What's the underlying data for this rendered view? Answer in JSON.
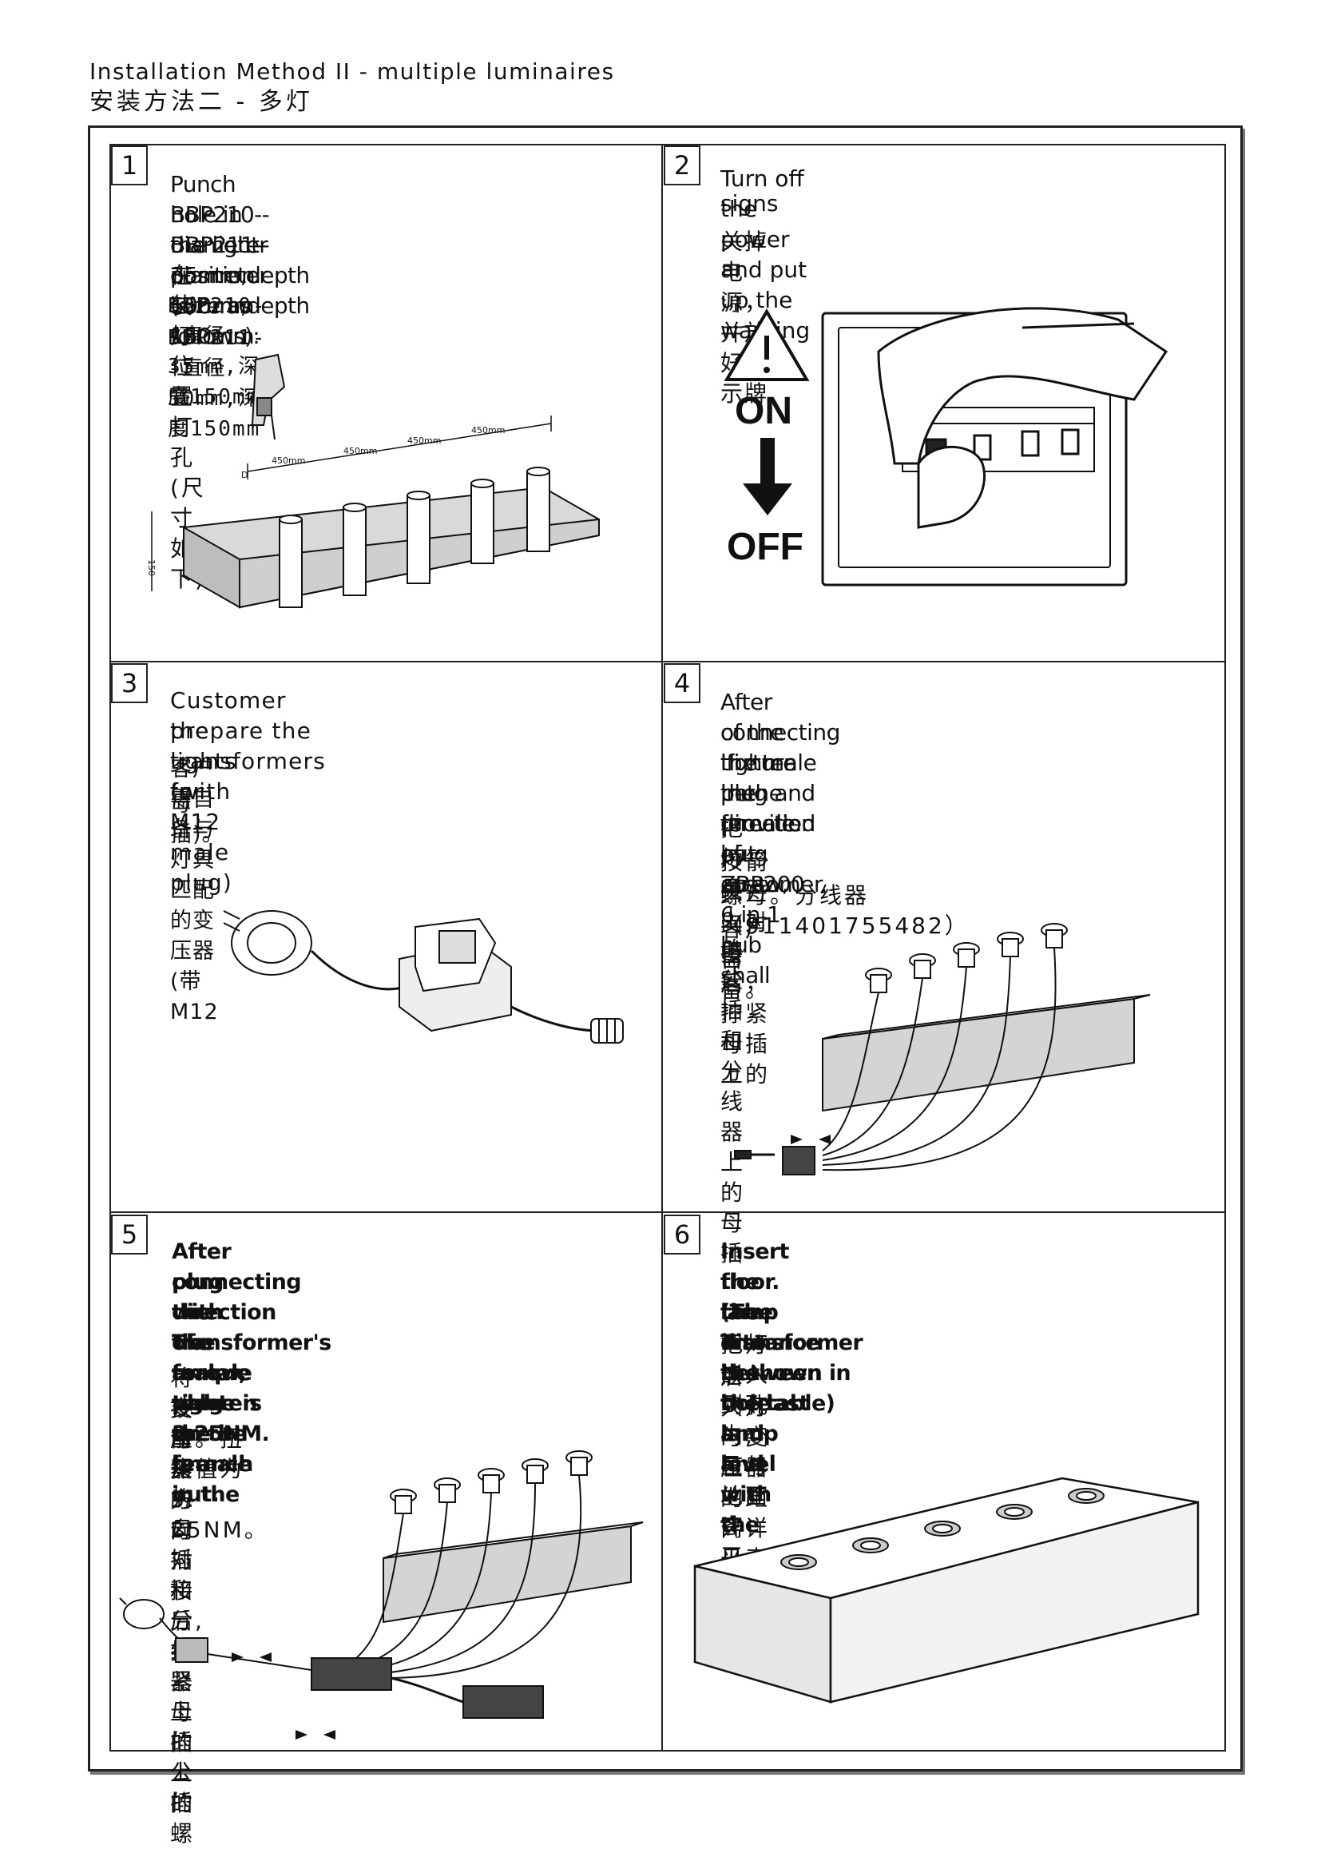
{
  "header": {
    "title_en": "Installation Method II - multiple luminaires",
    "title_zh": "安装方法二 - 多灯"
  },
  "steps": [
    {
      "number": "1",
      "lines": [
        "Punch hole in the light position (size as follows):",
        "BBP210--diameter 35mm,depth 150mm",
        "BBP211--diameter 50mm,depth 150mm",
        "在装灯位置打孔(尺寸如下):",
        "BBP210--直径35mm,深度150mm",
        "BBP211--直径50mm,深度150mm"
      ],
      "dims": [
        "450mm",
        "450mm",
        "450mm",
        "450mm",
        "D",
        "150"
      ]
    },
    {
      "number": "2",
      "lines": [
        "Turn off the power and put up the warning",
        "signs",
        "关掉电源，并放好警示牌"
      ],
      "on_label": "ON",
      "off_label": "OFF"
    },
    {
      "number": "3",
      "lines": [
        "Customer prepare the transformers for",
        "the lights (with  M12 male plug)",
        "客户需自备与灯具匹配的变压器(带M12",
        "母插)。"
      ]
    },
    {
      "number": "4",
      "lines": [
        "After connecting the male plug and female plug",
        "of the lfixture in the direction of arrow,",
        "tighten the female nut . ZBP200 6 in 1 hub shall",
        "be provided by customer.",
        "把灯具上的公插和分线器上的母插",
        "按箭头方向对接后，拧紧母插上的",
        "螺母。分线器（911401755482）需",
        "客户自备。"
      ]
    },
    {
      "number": "5",
      "lines": [
        "After connecting the transformer's female",
        "plug with the male plug on the branch in the",
        "direction of arrow, tighten the female nut.",
        "The torque value is 3.25NM.",
        "将变压器的母插和分线器上的公插",
        "按箭头方向对接后,拧紧母插上的螺",
        "母。扭矩值为3. 25NM。"
      ]
    },
    {
      "number": "6",
      "lines": [
        "Insert the lamp into the hole and level with the",
        "floor.(The distance between the last lamp and",
        "the Transformer is shown in the table)",
        "把灯嵌入到孔内,且与地面齐平。（最",
        "后一只灯与变压器的距离详见表格）"
      ]
    }
  ]
}
